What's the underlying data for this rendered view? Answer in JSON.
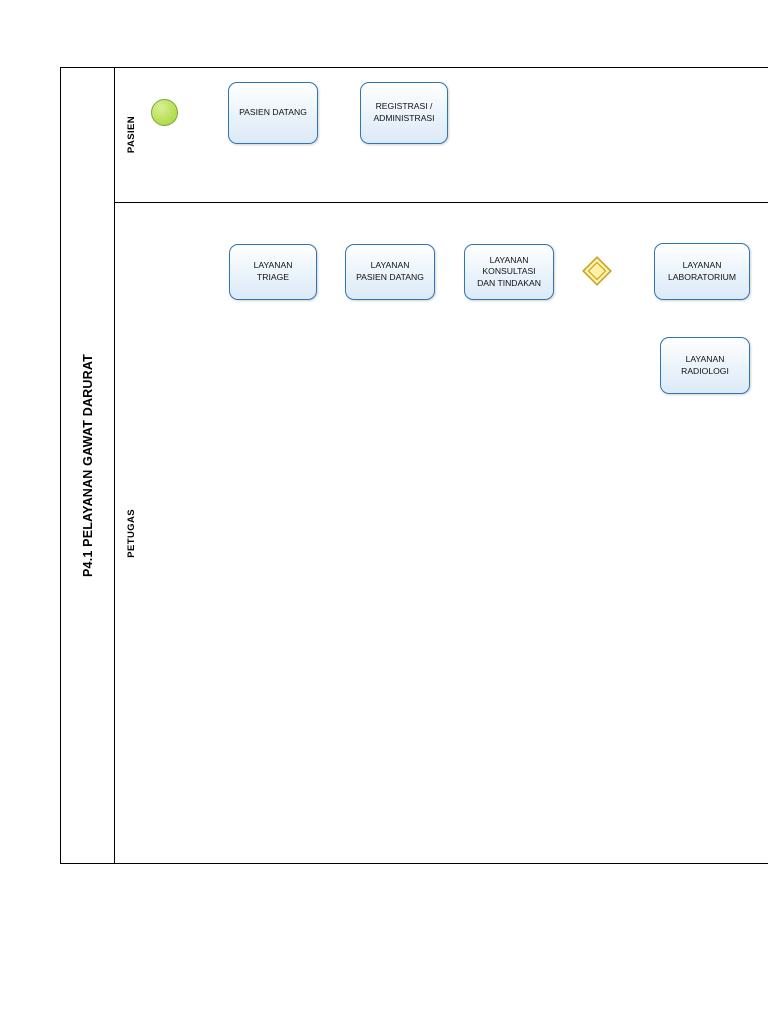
{
  "diagram": {
    "type": "bpmn-flowchart",
    "pool_title": "P4.1 PELAYANAN GAWAT DARURAT",
    "lanes": [
      {
        "id": "pasien",
        "label": "PASIEN"
      },
      {
        "id": "petugas",
        "label": "PETUGAS"
      }
    ],
    "colors": {
      "task_border": "#2e75b6",
      "task_fill": "#dceaf7",
      "start_event_fill": "#bbe05a",
      "start_event_border": "#7aa83a",
      "gateway_fill": "#fff2a8",
      "gateway_border": "#c9a227",
      "connector": "#000000",
      "pool_border": "#000000"
    },
    "nodes": [
      {
        "id": "start",
        "type": "start-event",
        "label": ""
      },
      {
        "id": "pasien-datang",
        "type": "task",
        "label": "PASIEN DATANG"
      },
      {
        "id": "registrasi-administrasi",
        "type": "task",
        "label": "REGISTRASI /\nADMINISTRASI"
      },
      {
        "id": "layanan-triage",
        "type": "task",
        "label": "LAYANAN\nTRIAGE"
      },
      {
        "id": "layanan-pasien-datang",
        "type": "task",
        "label": "LAYANAN\nPASIEN DATANG"
      },
      {
        "id": "layanan-konsultasi-dan-tindakan",
        "type": "task",
        "label": "LAYANAN\nKONSULTASI\nDAN TINDAKAN"
      },
      {
        "id": "gateway",
        "type": "exclusive-gateway",
        "label": ""
      },
      {
        "id": "layanan-laboratorium",
        "type": "task",
        "label": "LAYANAN\nLABORATORIUM"
      },
      {
        "id": "layanan-radiologi",
        "type": "task",
        "label": "LAYANAN\nRADIOLOGI"
      }
    ],
    "edges": [
      {
        "from": "start",
        "to": "pasien-datang"
      },
      {
        "from": "pasien-datang",
        "to": "layanan-triage"
      },
      {
        "from": "layanan-triage",
        "to": "layanan-pasien-datang"
      },
      {
        "from": "layanan-pasien-datang",
        "to": "registrasi-administrasi"
      },
      {
        "from": "registrasi-administrasi",
        "to": "layanan-konsultasi-dan-tindakan"
      },
      {
        "from": "layanan-konsultasi-dan-tindakan",
        "to": "gateway"
      },
      {
        "from": "gateway",
        "to": "layanan-laboratorium"
      },
      {
        "from": "gateway",
        "to": "layanan-radiologi"
      }
    ]
  }
}
